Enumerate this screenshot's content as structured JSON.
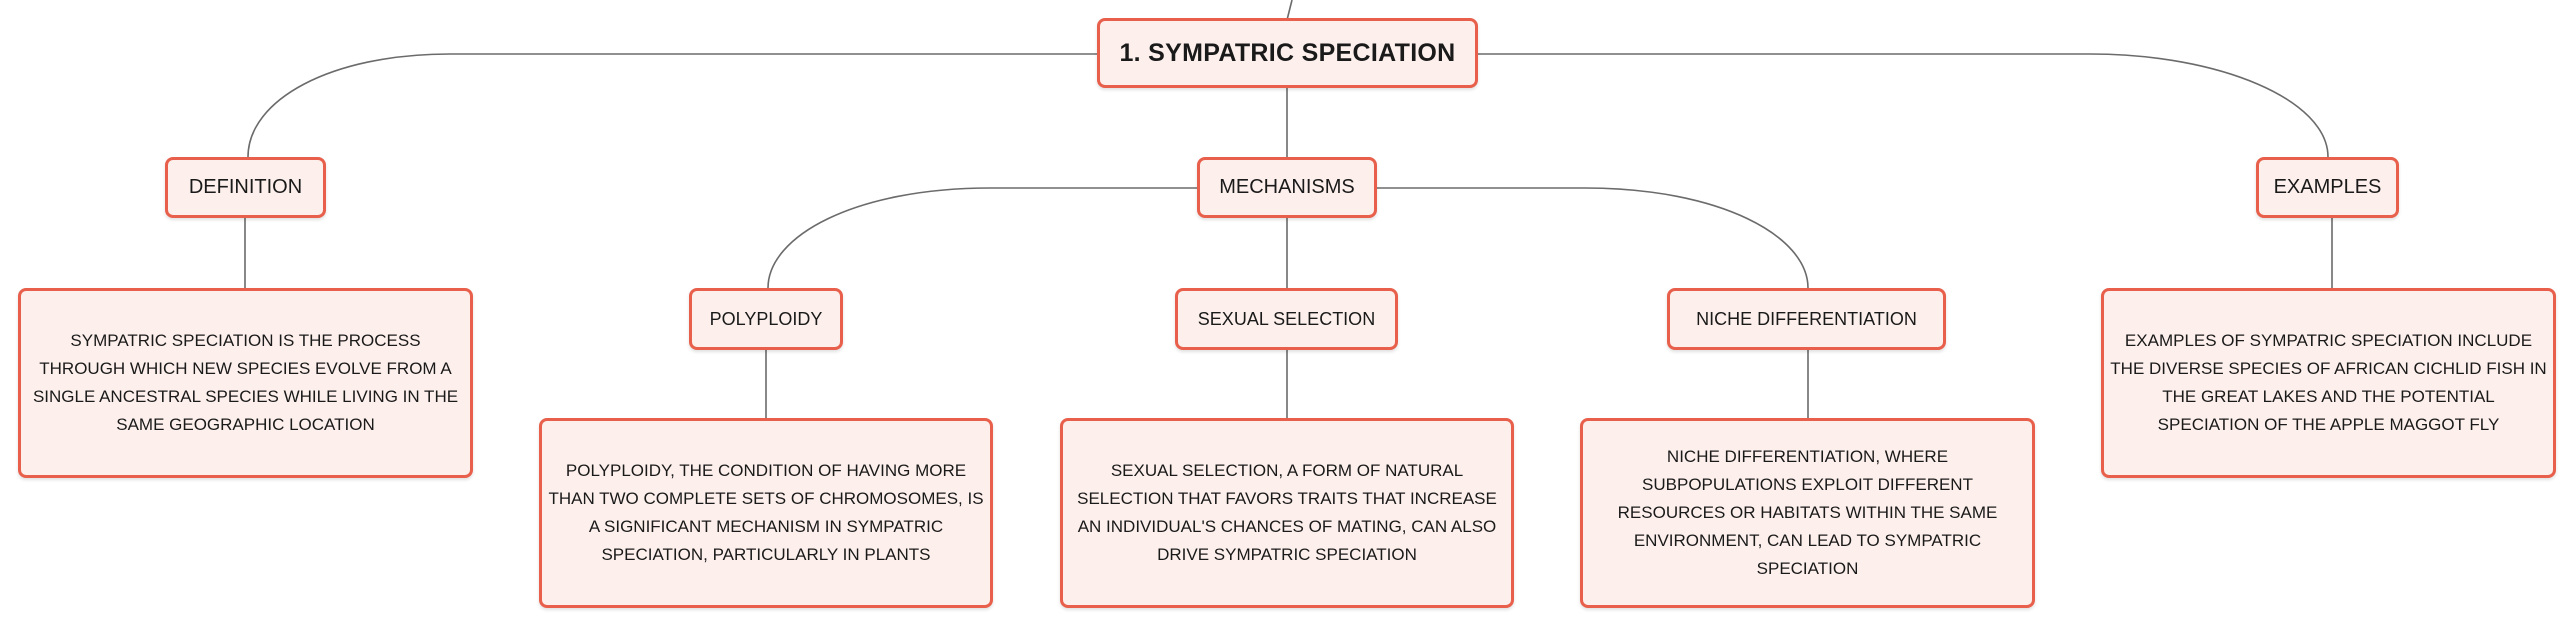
{
  "root": {
    "label": "1. SYMPATRIC SPECIATION"
  },
  "branches": {
    "definition": {
      "label": "DEFINITION",
      "detail": "SYMPATRIC SPECIATION IS THE PROCESS THROUGH WHICH NEW SPECIES EVOLVE FROM A SINGLE ANCESTRAL SPECIES WHILE LIVING IN THE SAME GEOGRAPHIC LOCATION"
    },
    "mechanisms": {
      "label": "MECHANISMS",
      "children": [
        {
          "label": "POLYPLOIDY",
          "detail": "POLYPLOIDY, THE CONDITION OF HAVING MORE THAN TWO COMPLETE SETS OF CHROMOSOMES, IS A SIGNIFICANT MECHANISM IN SYMPATRIC SPECIATION, PARTICULARLY IN PLANTS"
        },
        {
          "label": "SEXUAL SELECTION",
          "detail": "SEXUAL SELECTION, A FORM OF NATURAL SELECTION THAT FAVORS TRAITS THAT INCREASE AN INDIVIDUAL'S CHANCES OF MATING, CAN ALSO DRIVE SYMPATRIC SPECIATION"
        },
        {
          "label": "NICHE DIFFERENTIATION",
          "detail": "NICHE DIFFERENTIATION, WHERE SUBPOPULATIONS EXPLOIT DIFFERENT RESOURCES OR HABITATS WITHIN THE SAME ENVIRONMENT, CAN LEAD TO SYMPATRIC SPECIATION"
        }
      ]
    },
    "examples": {
      "label": "EXAMPLES",
      "detail": "EXAMPLES OF SYMPATRIC SPECIATION INCLUDE THE DIVERSE SPECIES OF AFRICAN CICHLID FISH IN THE GREAT LAKES AND THE POTENTIAL SPECIATION OF THE APPLE MAGGOT FLY"
    }
  },
  "colors": {
    "node_border": "#e8604c",
    "node_fill": "#fdf0ec",
    "connector": "#6b6b6b"
  }
}
